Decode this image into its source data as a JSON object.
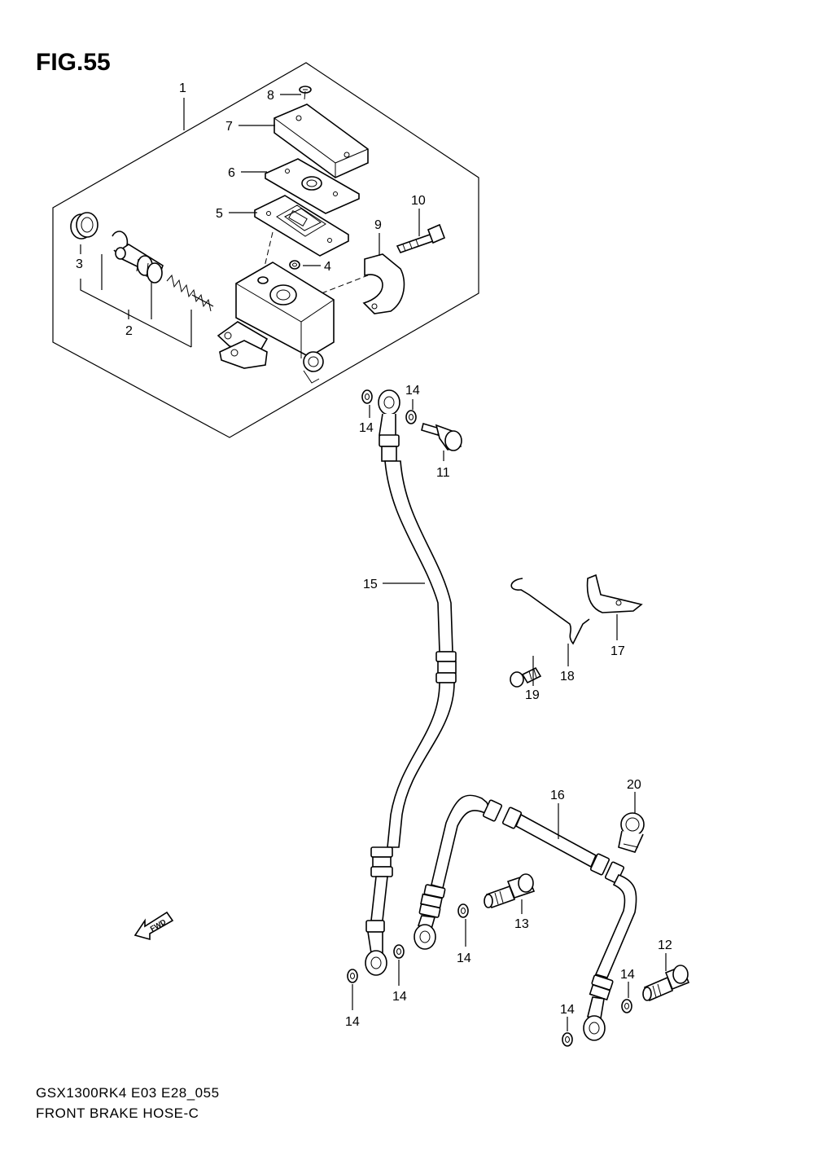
{
  "figure": {
    "title": "FIG.55"
  },
  "footer": {
    "model_code": "GSX1300RK4 E03 E28_055",
    "caption": "FRONT BRAKE HOSE-C"
  },
  "fwd_label": "FWD",
  "callouts": {
    "c1": "1",
    "c2": "2",
    "c3": "3",
    "c4": "4",
    "c5": "5",
    "c6": "6",
    "c7": "7",
    "c8": "8",
    "c9": "9",
    "c10": "10",
    "c11": "11",
    "c12": "12",
    "c13": "13",
    "c14a": "14",
    "c14b": "14",
    "c14c": "14",
    "c14d": "14",
    "c14e": "14",
    "c14f": "14",
    "c14g": "14",
    "c15": "15",
    "c16": "16",
    "c17": "17",
    "c18": "18",
    "c19": "19",
    "c20": "20"
  }
}
